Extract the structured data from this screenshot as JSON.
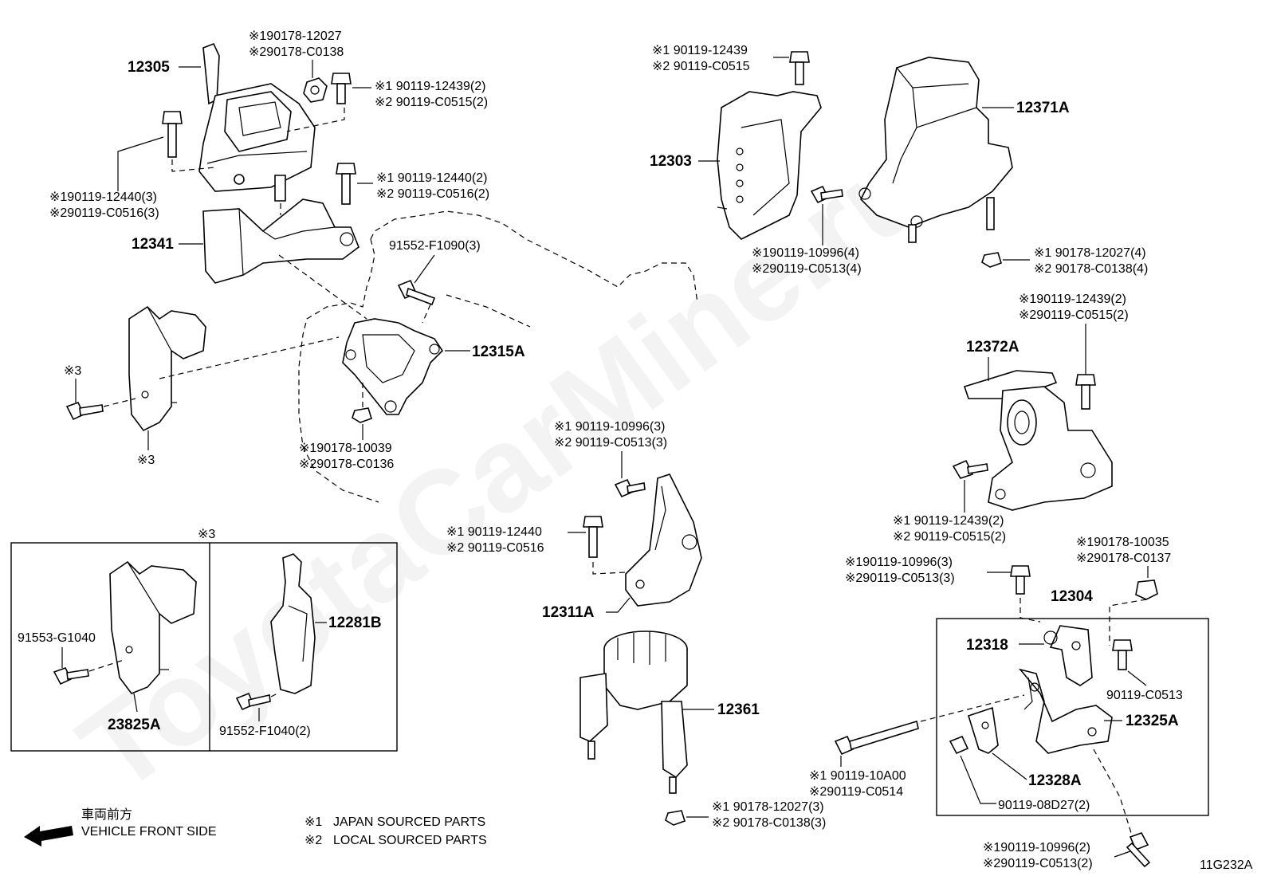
{
  "watermark": "ToyotaCarMine.ru",
  "diagram_code": "11G232A",
  "direction": {
    "jp": "車両前方",
    "en": "VEHICLE FRONT SIDE"
  },
  "legend": [
    {
      "mark": "※1",
      "text": "JAPAN SOURCED PARTS"
    },
    {
      "mark": "※2",
      "text": "LOCAL SOURCED PARTS"
    }
  ],
  "inset_marker": "※3",
  "parts": {
    "p12305": "12305",
    "p12341": "12341",
    "p12315A": "12315A",
    "p12303": "12303",
    "p12371A": "12371A",
    "p12372A": "12372A",
    "p12311A": "12311A",
    "p12361": "12361",
    "p12304": "12304",
    "p12318": "12318",
    "p12325A": "12325A",
    "p12328A": "12328A",
    "p23825A": "23825A",
    "p12281B": "12281B"
  },
  "callouts": {
    "c1a": "※190178-12027",
    "c1b": "※290178-C0138",
    "c2a": "※1 90119-12439(2)",
    "c2b": "※2 90119-C0515(2)",
    "c3a": "※1 90119-12440(2)",
    "c3b": "※2 90119-C0516(2)",
    "c4a": "※190119-12440(3)",
    "c4b": "※290119-C0516(3)",
    "c5": "91552-F1090(3)",
    "c6": "※3",
    "c6b": "※3",
    "c7a": "※190178-10039",
    "c7b": "※290178-C0136",
    "c8a": "※1 90119-12439",
    "c8b": "※2 90119-C0515",
    "c9a": "※190119-10996(4)",
    "c9b": "※290119-C0513(4)",
    "c10a": "※1 90178-12027(4)",
    "c10b": "※2 90178-C0138(4)",
    "c11a": "※190119-12439(2)",
    "c11b": "※290119-C0515(2)",
    "c12a": "※1 90119-12439(2)",
    "c12b": "※2 90119-C0515(2)",
    "c13a": "※1 90119-10996(3)",
    "c13b": "※2 90119-C0513(3)",
    "c14a": "※1 90119-12440",
    "c14b": "※2 90119-C0516",
    "c15a": "※190119-10996(3)",
    "c15b": "※290119-C0513(3)",
    "c16a": "※190178-10035",
    "c16b": "※290178-C0137",
    "c17": "90119-C0513",
    "c18a": "※1 90119-10A00",
    "c18b": "※290119-C0514",
    "c19": "90119-08D27(2)",
    "c20a": "※1 90178-12027(3)",
    "c20b": "※2 90178-C0138(3)",
    "c21a": "※190119-10996(2)",
    "c21b": "※290119-C0513(2)",
    "c22": "91553-G1040",
    "c23": "91552-F1040(2)"
  }
}
